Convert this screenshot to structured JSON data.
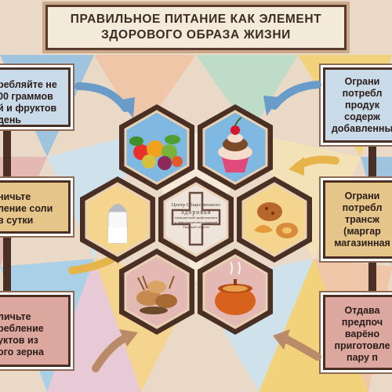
{
  "title": {
    "line1": "ПРАВИЛЬНОЕ ПИТАНИЕ КАК ЭЛЕМЕНТ",
    "line2": "ЗДОРОВОГО ОБРАЗА ЖИЗНИ"
  },
  "left_panels": [
    [
      "ребляйте не",
      "00 граммов",
      "й и фруктов",
      "день"
    ],
    [
      "ничьте",
      "ление соли",
      "в сутки"
    ],
    [
      "личьте",
      "ребление",
      "уктов из",
      "ого зерна"
    ]
  ],
  "right_panels": [
    [
      "Ограни",
      "потребл",
      "продук",
      "содерж",
      "добавленны"
    ],
    [
      "Ограни",
      "потребл",
      "трансж",
      "(маргар",
      "магазинная"
    ],
    [
      "Отдава",
      "предпоч",
      "варёно",
      "приготовле",
      "пару п"
    ]
  ],
  "center_logo": {
    "line1": "Центр Общественного",
    "line2": "Здоровья",
    "line3": "медицинской профилактики",
    "line4": "и информационно-правовой",
    "line5": "Тверской области"
  },
  "hex_icons": [
    "fruits-vegetables-icon",
    "cupcake-icon",
    "salt-shaker-icon",
    "pastry-icon",
    "grain-bread-icon",
    "stew-pot-icon"
  ],
  "colors": {
    "frame_brown": "#4a2f25",
    "panel_blue": "#c9dbe9",
    "panel_tan": "#e6c58a",
    "panel_rose": "#dba79f",
    "arrow_blue": "#6a9cc9",
    "arrow_gold": "#e5b44a"
  }
}
